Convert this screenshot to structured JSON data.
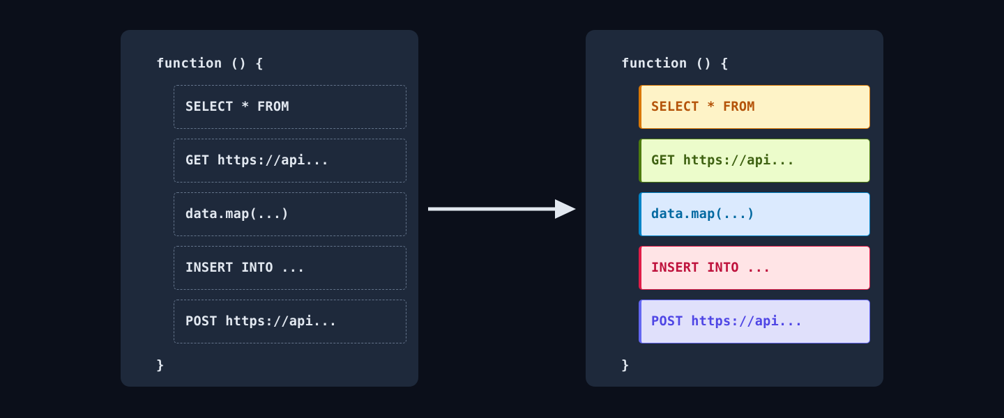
{
  "theme": {
    "page_background": "#0b0f1a",
    "panel_background": "#1e293b",
    "code_text": "#e2e8f0",
    "dashed_border": "#64748b",
    "arrow_color": "#e2e8f0"
  },
  "before_panel": {
    "label": "before-panel",
    "function_open": "function () {",
    "function_close": "}",
    "blocks": [
      {
        "text": "SELECT * FROM"
      },
      {
        "text": "GET https://api..."
      },
      {
        "text": "data.map(...)"
      },
      {
        "text": "INSERT INTO ..."
      },
      {
        "text": "POST https://api..."
      }
    ]
  },
  "after_panel": {
    "label": "after-panel",
    "function_open": "function () {",
    "function_close": "}",
    "blocks": [
      {
        "text": "SELECT * FROM",
        "kind": "sql-select",
        "background": "#fef3c7",
        "text_color": "#b45309",
        "border_color": "#d97706"
      },
      {
        "text": "GET https://api...",
        "kind": "http-get",
        "background": "#ecfccb",
        "text_color": "#3f6212",
        "border_color": "#4d7c0f"
      },
      {
        "text": "data.map(...)",
        "kind": "js-map",
        "background": "#dbeafe",
        "text_color": "#0369a1",
        "border_color": "#0284c7"
      },
      {
        "text": "INSERT INTO ...",
        "kind": "sql-insert",
        "background": "#ffe4e6",
        "text_color": "#be123c",
        "border_color": "#e11d48"
      },
      {
        "text": "POST https://api...",
        "kind": "http-post",
        "background": "#e0e0fb",
        "text_color": "#4f46e5",
        "border_color": "#6366f1"
      }
    ]
  },
  "arrow": {
    "name": "transformation-arrow",
    "direction": "right",
    "color": "#e2e8f0"
  }
}
